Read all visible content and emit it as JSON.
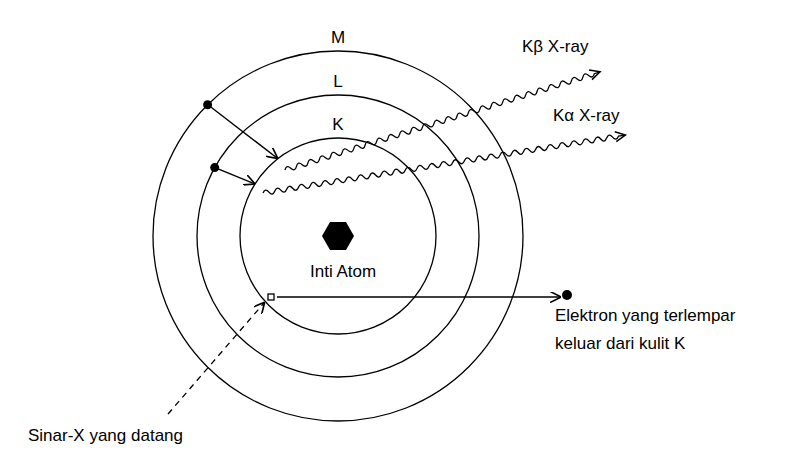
{
  "diagram": {
    "nodes": [
      {
        "text": [
          "M"
        ]
      },
      {
        "text": [
          "L"
        ],
        "in": 0
      },
      {
        "text": [
          "K"
        ],
        "in": 1
      }
    ],
    "edges": [
      {
        "from": 0,
        "to": 2,
        "arrow": "to"
      },
      {
        "from": 1,
        "to": 2,
        "arrow": "to"
      }
    ],
    "labels": [
      "Kβ X-ray",
      "Kα X-ray",
      "Inti Atom",
      "Elektron yang terlempar keluar dari kulit K",
      "Sinar-X yang datang"
    ]
  }
}
